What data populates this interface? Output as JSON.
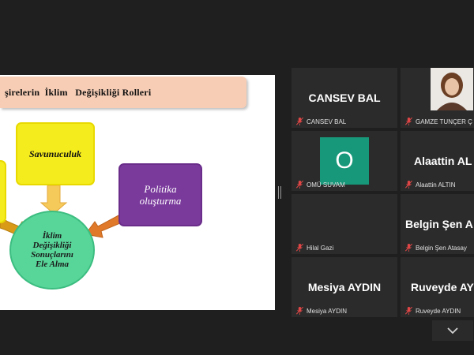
{
  "slide": {
    "title": "şirelerin  İklim   Değişikliği Rolleri",
    "box_advocacy": "Savunuculuk",
    "box_policy_line1": "Politika",
    "box_policy_line2": "oluşturma",
    "circle_line1": "İklim",
    "circle_line2": "Değişikliği",
    "circle_line3": "Sonuçlarını",
    "circle_line4": "Ele Alma",
    "colors": {
      "banner": "#f7cdb5",
      "yellow": "#f5ec1d",
      "purple": "#7a3a9c",
      "green": "#58d69a",
      "arrow_orange": "#e07a2a"
    }
  },
  "participants": [
    {
      "display": "CANSEV BAL",
      "name": "CANSEV BAL",
      "muted": true
    },
    {
      "display": "",
      "name": "GAMZE TUNÇER Ç",
      "muted": true,
      "has_photo": true
    },
    {
      "display": "O",
      "name": "OMÜ SUVAM",
      "muted": true,
      "avatar_color": "#18987a"
    },
    {
      "display": "Alaattin AL",
      "name": "Alaattin ALTIN",
      "muted": true
    },
    {
      "display": "",
      "name": "Hilal Gazi",
      "muted": true
    },
    {
      "display": "Belgin Şen A",
      "name": "Belgin Şen Atasay",
      "muted": true
    },
    {
      "display": "Mesiya AYDIN",
      "name": "Mesiya AYDIN",
      "muted": true
    },
    {
      "display": "Ruveyde AY",
      "name": "Ruveyde AYDIN",
      "muted": true
    }
  ],
  "controls": {
    "scroll_icon": "chevron-down-icon"
  }
}
